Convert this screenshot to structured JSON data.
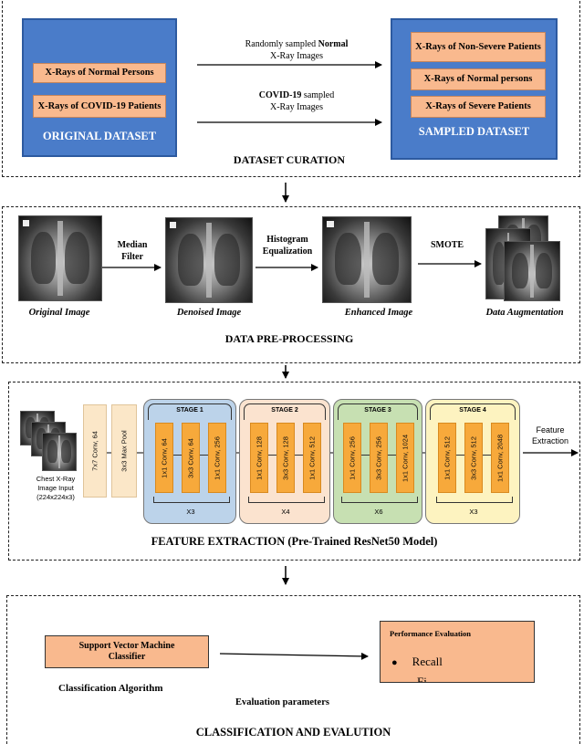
{
  "curation": {
    "original": {
      "item1": "X-Rays of Normal Persons",
      "item2": "X-Rays of COVID-19 Patients",
      "label": "ORIGINAL DATASET"
    },
    "sampled": {
      "item1": "X-Rays of Non-Severe Patients",
      "item2": "X-Rays of Normal persons",
      "item3": "X-Rays of Severe Patients",
      "label": "SAMPLED DATASET"
    },
    "arrow1": {
      "prefix": "Randomly sampled ",
      "bold": "Normal",
      "line2": "X-Ray Images"
    },
    "arrow2": {
      "bold": "COVID-19",
      "suffix": " sampled",
      "line2": "X-Ray Images"
    },
    "title": "DATASET CURATION"
  },
  "preprocessing": {
    "step1": {
      "line1": "Median",
      "line2": "Filter"
    },
    "step2": {
      "line1": "Histogram",
      "line2": "Equalization"
    },
    "step3": "SMOTE",
    "captions": [
      "Original Image",
      "Denoised Image",
      "Enhanced Image",
      "Data Augmentation"
    ],
    "title": "DATA PRE-PROCESSING"
  },
  "feature": {
    "input": {
      "line1": "Chest X-Ray",
      "line2": "Image Input",
      "line3": "(224x224x3)"
    },
    "conv7": "7x7 Conv, 64",
    "pool": "3x3 Max Pool",
    "stages": [
      {
        "name": "STAGE 1",
        "convs": [
          "1x1 Conv, 64",
          "3x3 Conv, 64",
          "1x1 Conv, 256"
        ],
        "repeat": "X3",
        "color": "#bcd3ea"
      },
      {
        "name": "STAGE 2",
        "convs": [
          "1x1 Conv, 128",
          "3x3 Conv, 128",
          "1x1 Conv, 512"
        ],
        "repeat": "X4",
        "color": "#fbe3cf"
      },
      {
        "name": "STAGE 3",
        "convs": [
          "1x1 Conv, 256",
          "3x3 Conv, 256",
          "1x1 Conv, 1024"
        ],
        "repeat": "X6",
        "color": "#c7e0b2"
      },
      {
        "name": "STAGE 4",
        "convs": [
          "1x1 Conv, 512",
          "3x3 Conv, 512",
          "1x1 Conv, 2048"
        ],
        "repeat": "X3",
        "color": "#fdf3c0"
      }
    ],
    "output": {
      "line1": "Feature",
      "line2": "Extraction"
    },
    "title": "FEATURE EXTRACTION (Pre-Trained ResNet50 Model)"
  },
  "classification": {
    "svm": {
      "line1": "Support Vector Machine",
      "line2": "Classifier"
    },
    "algo_label": "Classification Algorithm",
    "perf": {
      "title": "Performance Evaluation",
      "item1": "Recall",
      "item2": "Fi"
    },
    "eval_label": "Evaluation parameters",
    "title": "CLASSIFICATION AND EVALUTION"
  }
}
